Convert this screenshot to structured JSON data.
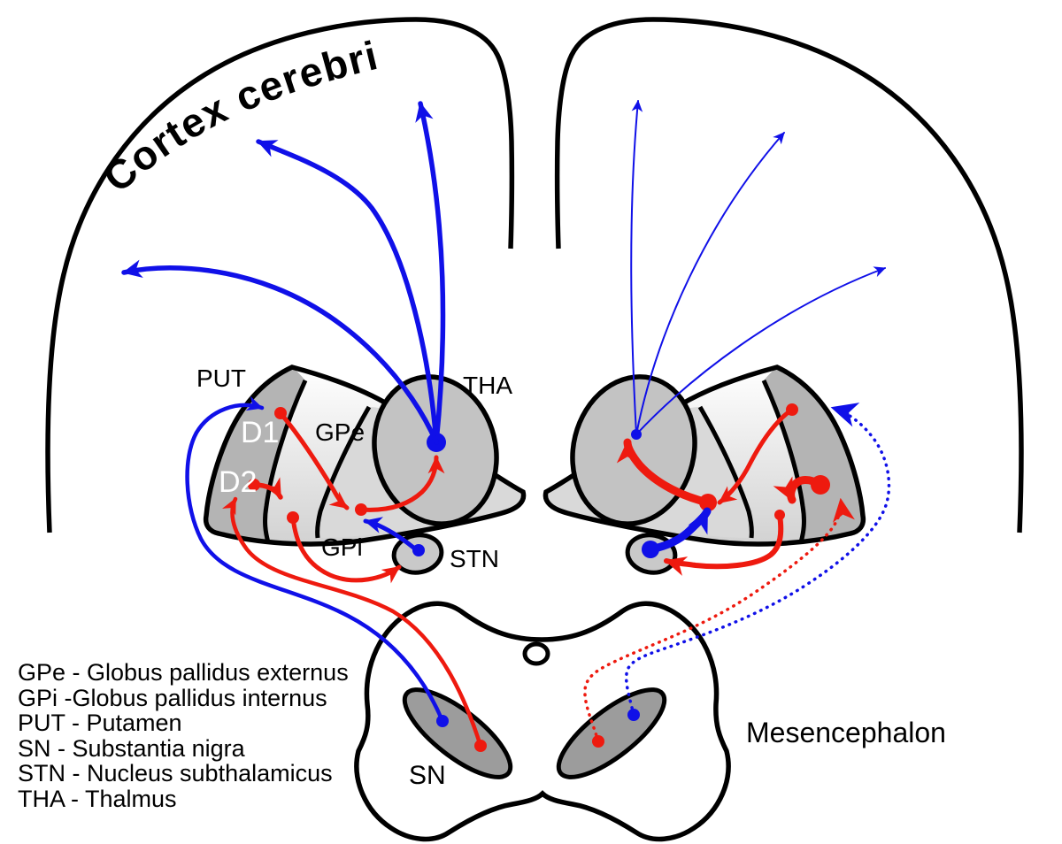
{
  "title": "Basal ganglia pathways diagram",
  "labels": {
    "cortex": "Cortex cerebri",
    "put": "PUT",
    "gpe": "GPe",
    "gpi": "GPi",
    "tha": "THA",
    "stn": "STN",
    "sn": "SN",
    "d1": "D1",
    "d2": "D2",
    "mesencephalon": "Mesencephalon"
  },
  "legend": [
    "GPe - Globus pallidus externus",
    "GPi -Globus pallidus internus",
    "PUT - Putamen",
    "SN - Substantia nigra",
    "STN - Nucleus subthalamicus",
    "THA - Thalmus"
  ],
  "colors": {
    "excitatory": "#1010e8",
    "inhibitory": "#ee1a0f",
    "outline_black": "#000000",
    "tha_gray": "#c3c3c3",
    "put_gray": "#b4b4b4",
    "band_light": "#d2d2d2",
    "tip_gray": "#d9d9d9",
    "stn_gray": "#c9c9c9",
    "sn_gray": "#9c9c9c",
    "background": "#ffffff"
  }
}
